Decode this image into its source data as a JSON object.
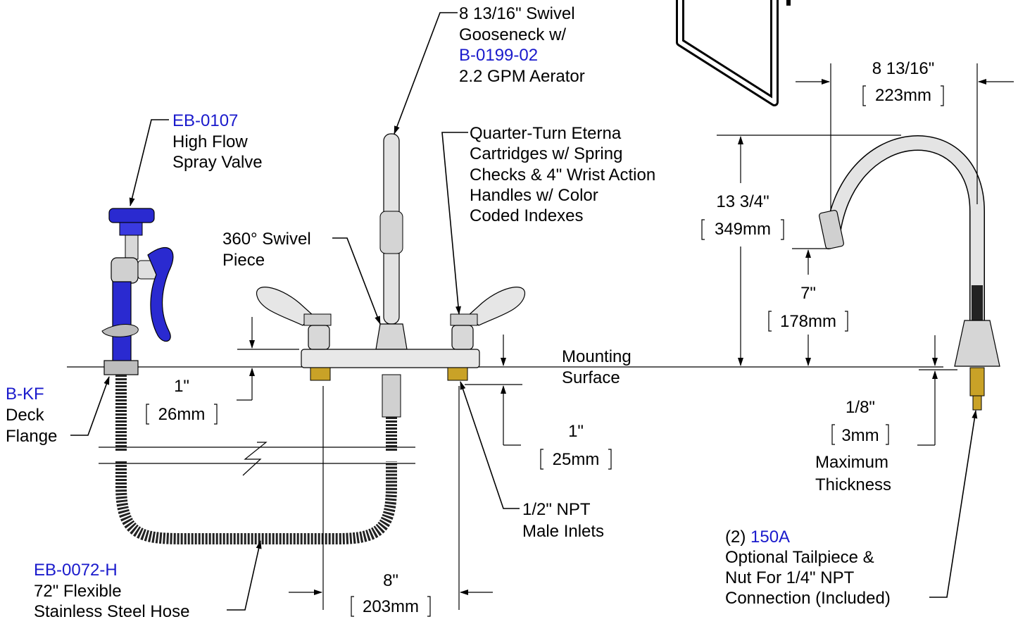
{
  "labels": {
    "gooseneck": {
      "line1": "8 13/16\" Swivel",
      "line2": "Gooseneck w/",
      "part": "B-0199-02",
      "line4": "2.2 GPM Aerator"
    },
    "spray_valve": {
      "part": "EB-0107",
      "line2": "High Flow",
      "line3": "Spray Valve"
    },
    "cartridges": {
      "line1": "Quarter-Turn Eterna",
      "line2": "Cartridges w/ Spring",
      "line3": "Checks & 4\" Wrist Action",
      "line4": "Handles w/ Color",
      "line5": "Coded Indexes"
    },
    "swivel_piece": {
      "line1": "360° Swivel",
      "line2": "Piece"
    },
    "mounting_surface": {
      "line1": "Mounting",
      "line2": "Surface"
    },
    "deck_flange": {
      "part": "B-KF",
      "line2": "Deck",
      "line3": "Flange"
    },
    "inlets": {
      "line1": "1/2\" NPT",
      "line2": "Male Inlets"
    },
    "hose": {
      "part": "EB-0072-H",
      "line2": "72\" Flexible",
      "line3": "Stainless Steel Hose"
    },
    "tailpiece": {
      "prefix": "(2) ",
      "part": "150A",
      "line2": "Optional Tailpiece &",
      "line3": "Nut For 1/4\" NPT",
      "line4": "Connection (Included)"
    },
    "max_thickness": {
      "line1": "Maximum",
      "line2": "Thickness"
    }
  },
  "dimensions": {
    "reach": {
      "imperial": "8 13/16\"",
      "metric": "223mm"
    },
    "height": {
      "imperial": "13 3/4\"",
      "metric": "349mm"
    },
    "spout_clearance": {
      "imperial": "7\"",
      "metric": "178mm"
    },
    "handle_height": {
      "imperial": "1\"",
      "metric": "26mm"
    },
    "inlet_length": {
      "imperial": "1\"",
      "metric": "25mm"
    },
    "thickness": {
      "imperial": "1/8\"",
      "metric": "3mm"
    },
    "centers": {
      "imperial": "8\"",
      "metric": "203mm"
    }
  },
  "colors": {
    "part_number": "#1a1acc",
    "spray_blue": "#2a2ad0",
    "chrome": "#c8c8c8",
    "brass": "#c9a227",
    "line": "#000000"
  }
}
